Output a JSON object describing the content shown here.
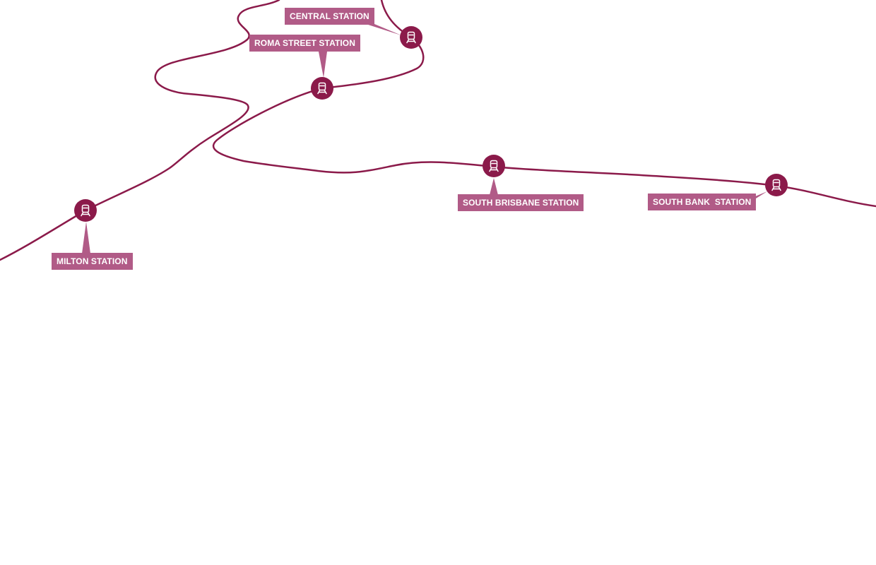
{
  "map": {
    "colors": {
      "rail_line": "#8b1a4a",
      "station_marker": "#8b1a4a",
      "label_background": "#b15b87",
      "label_text": "#ffffff",
      "background": "#ffffff"
    },
    "station_icon": "train-icon",
    "stations": [
      {
        "id": "central",
        "name": "CENTRAL STATION"
      },
      {
        "id": "roma-street",
        "name": "ROMA STREET STATION"
      },
      {
        "id": "milton",
        "name": "MILTON STATION"
      },
      {
        "id": "south-brisbane",
        "name": "SOUTH BRISBANE STATION"
      },
      {
        "id": "south-bank",
        "name": "SOUTH BANK  STATION"
      }
    ]
  }
}
